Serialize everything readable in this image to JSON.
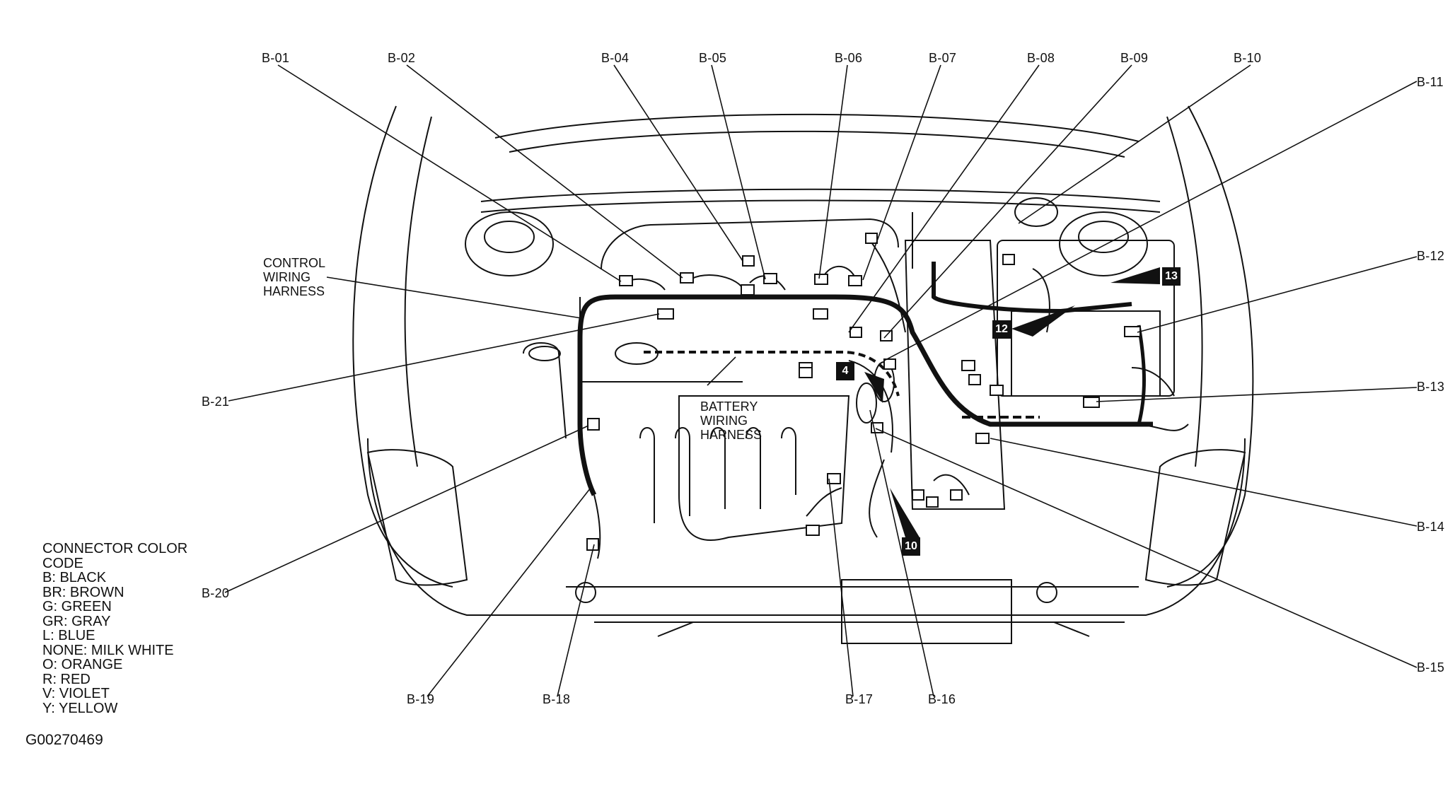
{
  "figure_id": "G00270469",
  "harness_labels": {
    "control": "CONTROL\nWIRING\nHARNESS",
    "battery": "BATTERY\nWIRING\nHARNESS"
  },
  "connectors": {
    "b01": "B-01",
    "b02": "B-02",
    "b04": "B-04",
    "b05": "B-05",
    "b06": "B-06",
    "b07": "B-07",
    "b08": "B-08",
    "b09": "B-09",
    "b10": "B-10",
    "b11": "B-11",
    "b12": "B-12",
    "b13": "B-13",
    "b14": "B-14",
    "b15": "B-15",
    "b16": "B-16",
    "b17": "B-17",
    "b18": "B-18",
    "b19": "B-19",
    "b20": "B-20",
    "b21": "B-21"
  },
  "badges": {
    "n4": "4",
    "n10": "10",
    "n12": "12",
    "n13": "13"
  },
  "legend": {
    "title_1": "CONNECTOR COLOR",
    "title_2": "CODE",
    "items": [
      "B: BLACK",
      "BR: BROWN",
      "G: GREEN",
      "GR: GRAY",
      "L: BLUE",
      "NONE: MILK WHITE",
      "O: ORANGE",
      "R: RED",
      "V: VIOLET",
      "Y: YELLOW"
    ]
  }
}
